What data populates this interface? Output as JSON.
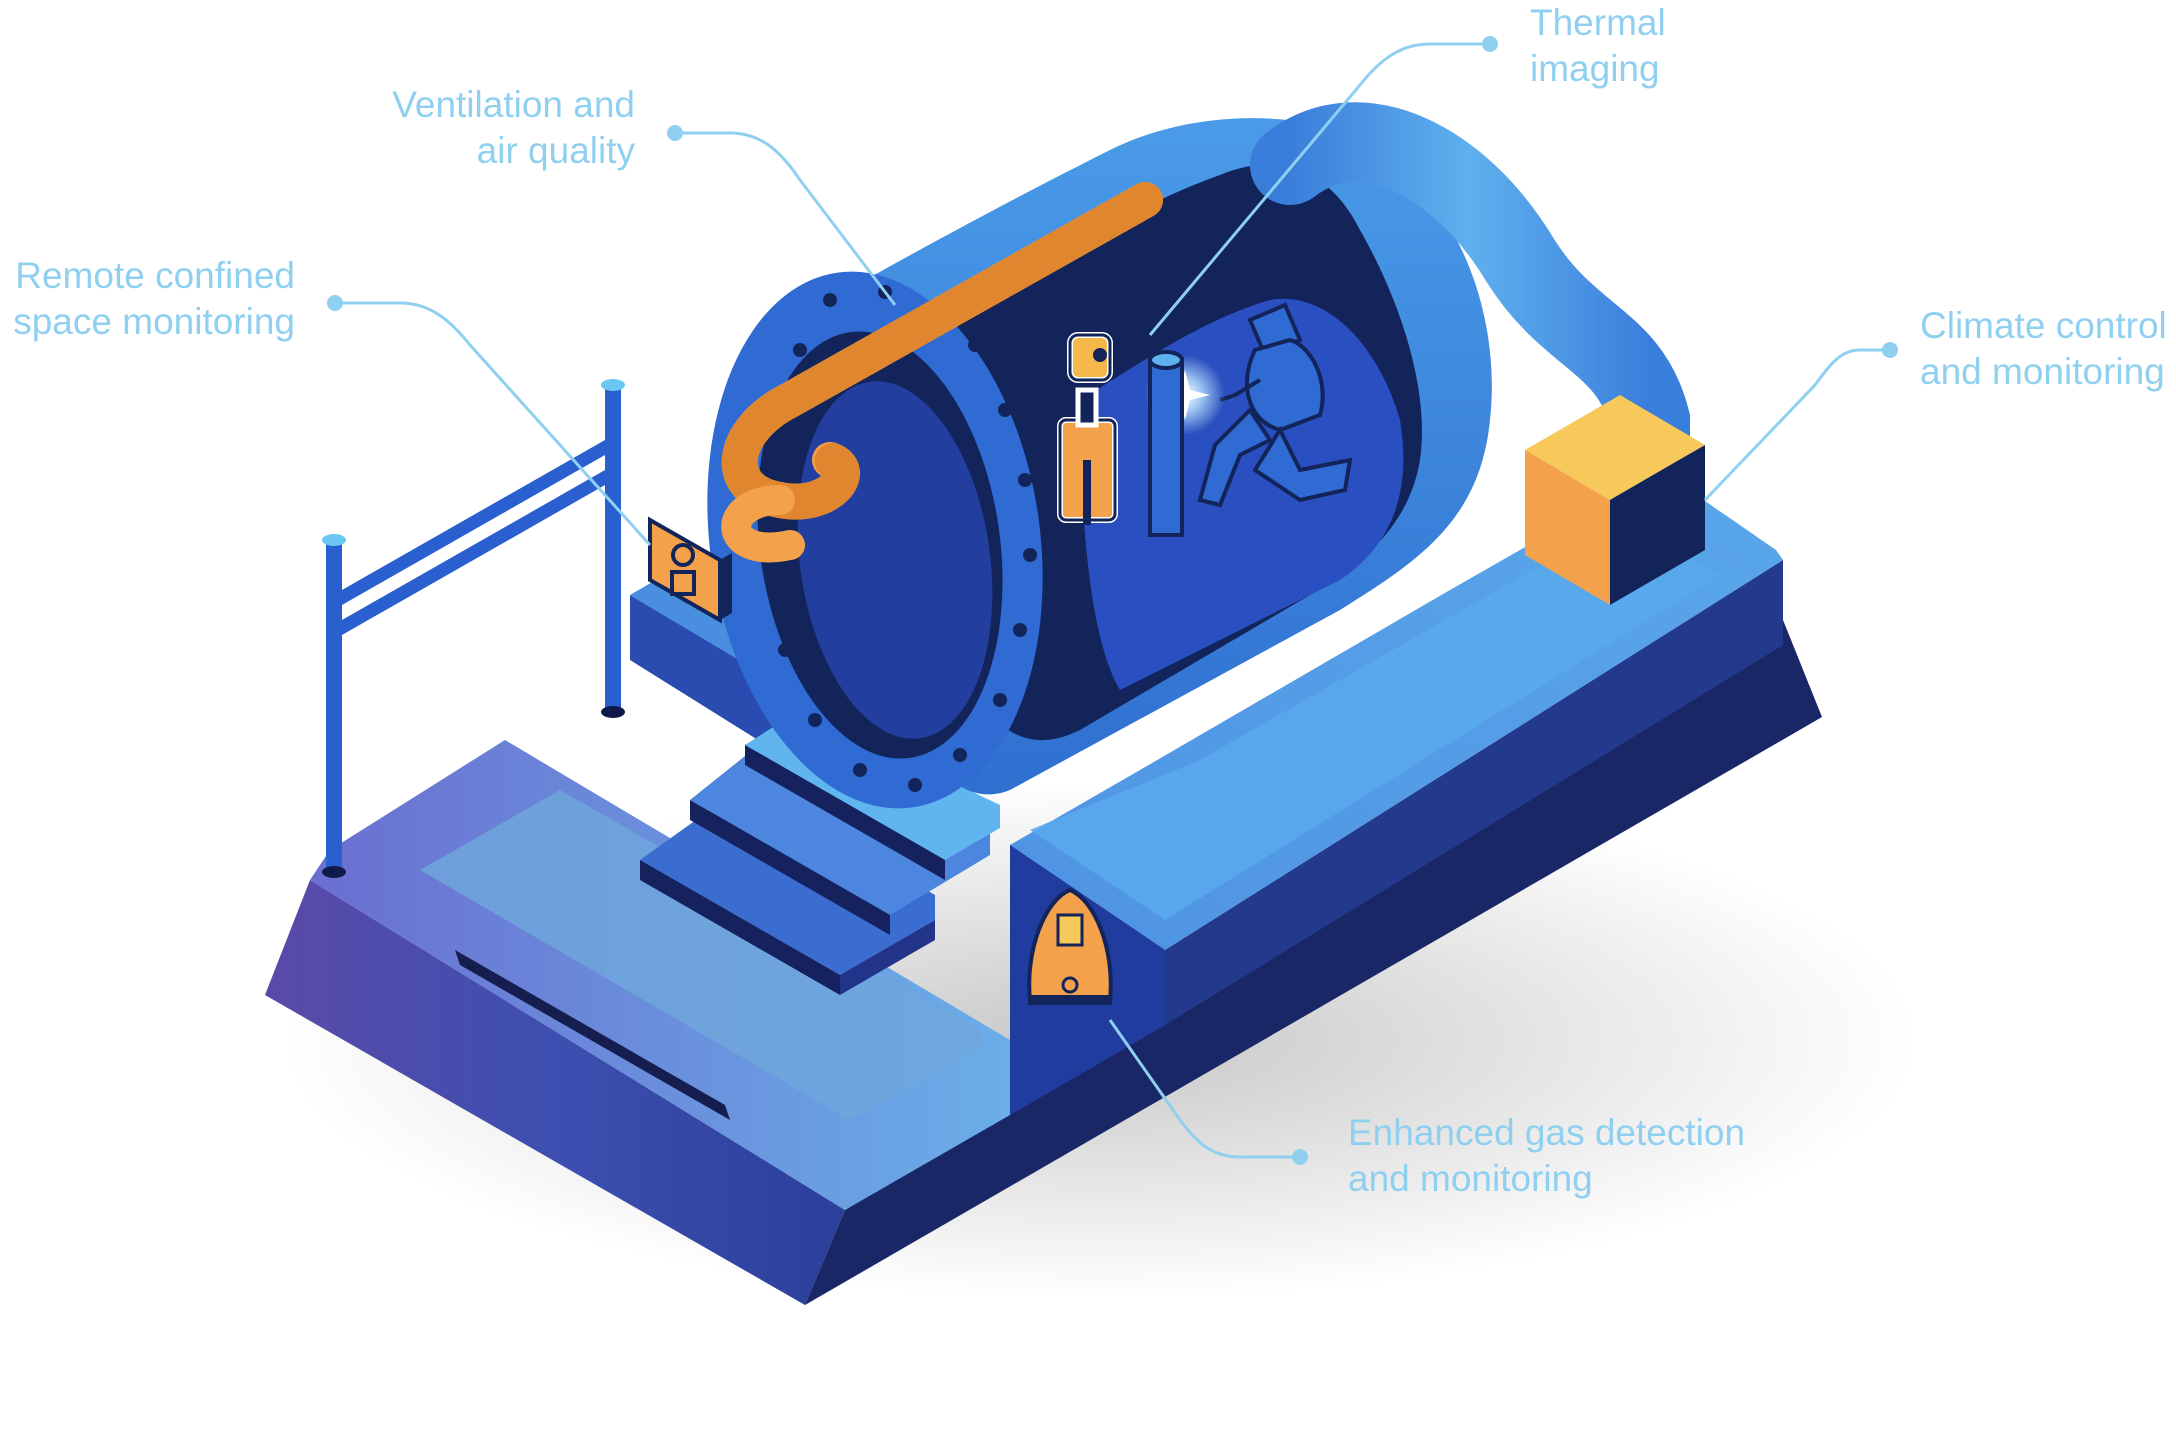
{
  "labels": {
    "thermal": [
      "Thermal",
      "imaging"
    ],
    "ventilation": [
      "Ventilation and",
      "air quality"
    ],
    "remote": [
      "Remote confined",
      "space monitoring"
    ],
    "climate": [
      "Climate control",
      "and monitoring"
    ],
    "gas": [
      "Enhanced gas detection",
      "and monitoring"
    ]
  },
  "colors": {
    "label_text": "#8fd0f0",
    "leader_line": "#8fd0f0",
    "platform_top": "#5b9be0",
    "platform_dark": "#1b2a6b",
    "pipe_blue": "#3f86e0",
    "pipe_dark": "#14285f",
    "accent_orange": "#f3a14a",
    "sensor_yellow": "#f5b84a"
  },
  "icons": [
    "camera-sensor-icon",
    "welder-figure",
    "gas-detector-icon",
    "control-panel-icon",
    "climate-unit-icon",
    "ventilation-hose",
    "safety-railing",
    "access-steps"
  ]
}
